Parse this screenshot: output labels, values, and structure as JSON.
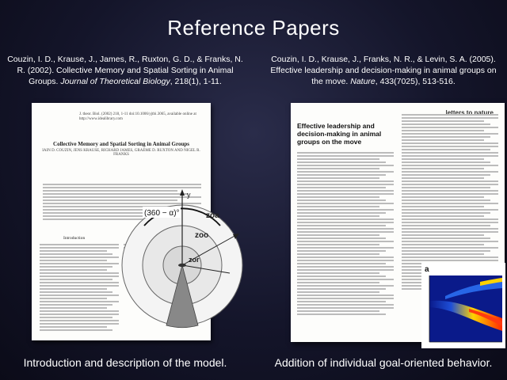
{
  "slide": {
    "title": "Reference Papers",
    "left": {
      "citation_text": "Couzin, I. D., Krause, J., James, R., Ruxton, G. D., & Franks, N. R. (2002). Collective Memory and Spatial Sorting in Animal Groups.",
      "journal": "Journal of Theoretical Biology",
      "citation_tail": ", 218(1), 1-11.",
      "caption": "Introduction and description of the model."
    },
    "right": {
      "citation_text": "Couzin, I. D., Krause, J., Franks, N. R., & Levin, S. A. (2005). Effective leadership and decision-making in animal groups on the move.",
      "journal": "Nature",
      "citation_tail": ", 433(7025), 513-516.",
      "caption": "Addition of individual goal-oriented behavior."
    }
  },
  "paper1": {
    "header": "J. theor. Biol. (2002) 218, 1-11 doi:10.1006/yjtbi.3065, available online at http://www.idealibrary.com",
    "title": "Collective Memory and Spatial Sorting in Animal Groups",
    "authors": "IAIN D. COUZIN, JENS KRAUSE, RICHARD JAMES, GRAEME D. RUXTON AND NIGEL R. FRANKS",
    "intro_heading": "Introduction",
    "diagram": {
      "zone_labels": [
        "zoa",
        "zoo",
        "zor"
      ],
      "angle_label": "(360 − α)°",
      "axis_label": "y"
    }
  },
  "paper2": {
    "section": "letters to nature",
    "title": "Effective leadership and decision-making in animal groups on the move",
    "figure_label": "a"
  },
  "colors": {
    "background": "#14152a",
    "paper": "#fdfdfb",
    "heatmap_hot": "#ff2a00",
    "heatmap_cold": "#0a1a8a"
  }
}
